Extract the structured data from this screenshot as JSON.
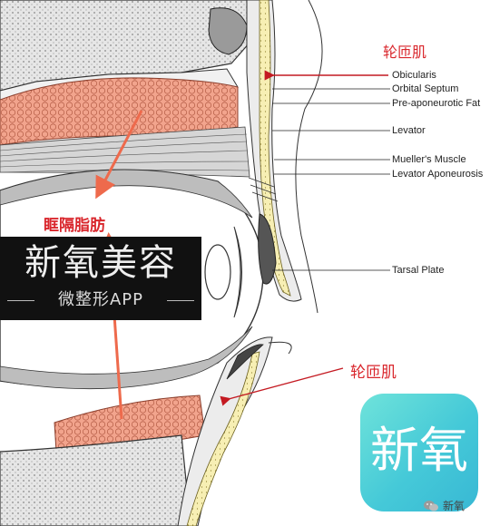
{
  "labels": [
    "Obicularis",
    "Orbital Septum",
    "Pre-aponeurotic  Fat",
    "Levator",
    "Mueller's Muscle",
    "Levator Aponeurosis",
    "Tarsal Plate"
  ],
  "annotations": {
    "orbicularis_top_cn": "轮匝肌",
    "orbicularis_bottom_cn": "轮匝肌",
    "orbital_fat_cn": "眶隔脂肪"
  },
  "watermark": {
    "brand": "新氧美容",
    "sub": "微整形APP"
  },
  "logo": {
    "text": "新氧"
  },
  "wechat": {
    "text": "新氧"
  },
  "colors": {
    "annotation_red": "#d9262c",
    "fat_fill": "#f0a08a",
    "tarsal_yellow": "#f6eeb0",
    "logo_teal": "#45c9d8"
  }
}
